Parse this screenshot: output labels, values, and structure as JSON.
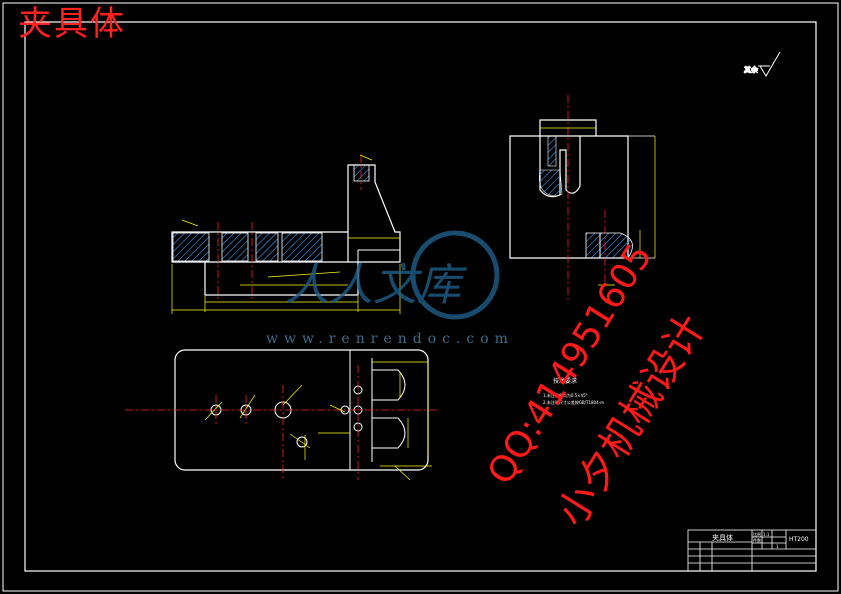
{
  "drawing": {
    "title": "夹具体",
    "roughness_note": "其余",
    "tech_req_title": "技术要求",
    "tech_req_lines": [
      "1.未注倒角均为0.5×45°",
      "2.未注明尺寸公差按GB/T1804-m"
    ]
  },
  "title_block": {
    "name": "夹具体",
    "scale_label": "比例",
    "scale_value": "1:1",
    "count_label": "件数",
    "count_value": "1",
    "material": "HT200"
  },
  "watermark": {
    "logo_text": "人人文库",
    "url": "www.renrendoc.com",
    "qq": "QQ:414951605",
    "name": "小夕机械设计"
  },
  "colors": {
    "background": "#000000",
    "frame": "#ffffff",
    "outline": "#ffffff",
    "dimension": "#ffff00",
    "centerline": "#ff2020",
    "hatch": "#3aa0ff",
    "leader": "#00e0e0",
    "watermark_red": "#ff1a1a",
    "logo_blue": "#1f5f8a"
  }
}
